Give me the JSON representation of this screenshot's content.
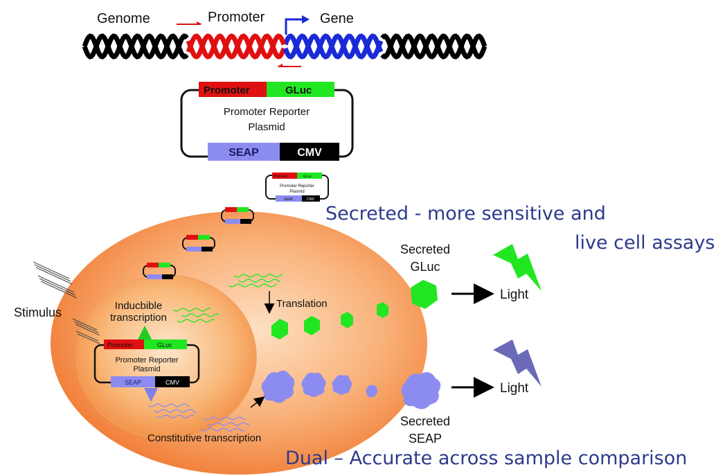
{
  "colors": {
    "promoter": "#e01010",
    "gene": "#1a2ad6",
    "genome": "#000000",
    "gluc": "#22e622",
    "seap": "#8c8cf0",
    "cmv": "#000000",
    "cell_outer": "#f7a05c",
    "caption": "#2c3a8c"
  },
  "genome": {
    "genome_label": "Genome",
    "promoter_label": "Promoter",
    "gene_label": "Gene"
  },
  "plasmid_large": {
    "promoter": "Promoter",
    "gluc": "GLuc",
    "title_line1": "Promoter Reporter",
    "title_line2": "Plasmid",
    "seap": "SEAP",
    "cmv": "CMV"
  },
  "plasmid_small": {
    "promoter": "Promoter",
    "gluc": "GLuc",
    "title_line1": "Promoter Reporter",
    "title_line2": "Plasmid",
    "seap": "SEAP",
    "cmv": "CMV"
  },
  "plasmid_nucleus": {
    "promoter": "Promoter",
    "gluc": "GLuc",
    "title_line1": "Promoter Reporter",
    "title_line2": "Plasmid",
    "seap": "SEAP",
    "cmv": "CMV"
  },
  "cell": {
    "stimulus": "Stimulus",
    "inducible_line1": "Inducbible",
    "inducible_line2": "transcription",
    "translation": "Translation",
    "constitutive": "Constitutive transcription"
  },
  "outputs": {
    "secreted_gluc_line1": "Secreted",
    "secreted_gluc_line2": "GLuc",
    "secreted_seap_line1": "Secreted",
    "secreted_seap_line2": "SEAP",
    "light_top": "Light",
    "light_bottom": "Light"
  },
  "captions": {
    "secreted_line1": "Secreted - more sensitive and",
    "secreted_line2": "live cell assays",
    "dual": "Dual – Accurate across sample comparison"
  }
}
